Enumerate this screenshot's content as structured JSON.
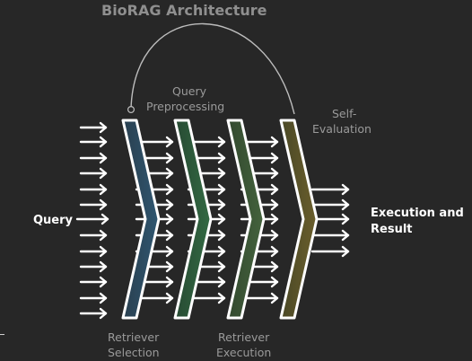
{
  "title": "BioRAG Architecture",
  "input_label": "Query",
  "output_label_lines": [
    "Execution and",
    "Result"
  ],
  "stages": [
    {
      "label_lines": [
        "Retriever",
        "Selection"
      ],
      "color": "#2d4a5e",
      "label_pos": "bottom"
    },
    {
      "label_lines": [
        "Query",
        "Preprocessing"
      ],
      "color": "#2f5a3a",
      "label_pos": "top"
    },
    {
      "label_lines": [
        "Retriever",
        "Execution"
      ],
      "color": "#3a5436",
      "label_pos": "bottom"
    },
    {
      "label_lines": [
        "Self-",
        "Evaluation"
      ],
      "color": "#5a5228",
      "label_pos": "top"
    }
  ],
  "colors": {
    "background": "#272727",
    "stroke": "#ffffff",
    "muted_text": "#9a9a9a",
    "title_text": "#8f8f8f"
  }
}
